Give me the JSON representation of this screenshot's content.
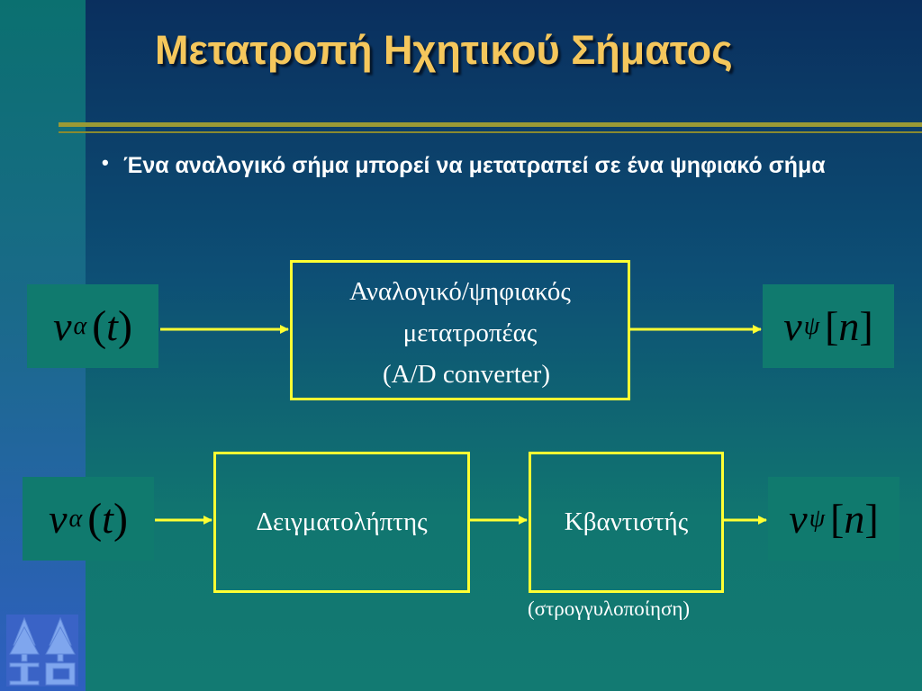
{
  "title": "Μετατροπή Ηχητικού Σήματος",
  "bullet": {
    "marker": "•",
    "text": "Ένα αναλογικό σήμα μπορεί να μετατραπεί σε ένα ψηφιακό σήμα"
  },
  "row1": {
    "input_signal": {
      "symbol": "v",
      "subscript": "α",
      "argument": "t"
    },
    "adc_block": {
      "line1": "Αναλογικό/ψηφιακός",
      "line2": "μετατροπέας",
      "line3": "(A/D converter)"
    },
    "output_signal": {
      "symbol": "v",
      "subscript": "ψ",
      "argument": "n"
    }
  },
  "row2": {
    "input_signal": {
      "symbol": "v",
      "subscript": "α",
      "argument": "t"
    },
    "sampler_label": "Δειγματολήπτης",
    "quantizer_label": "Κβαντιστής",
    "quantizer_note": "(στρογγυλοποίηση)",
    "output_signal": {
      "symbol": "v",
      "subscript": "ψ",
      "argument": "n"
    }
  },
  "colors": {
    "title": "#f5c75c",
    "block_border": "#ffff33",
    "arrow": "#ffff33",
    "signal_box": "#107a6e",
    "rule": "#9a9a35"
  },
  "logo": {
    "name": "university-tree-logo-icon"
  }
}
